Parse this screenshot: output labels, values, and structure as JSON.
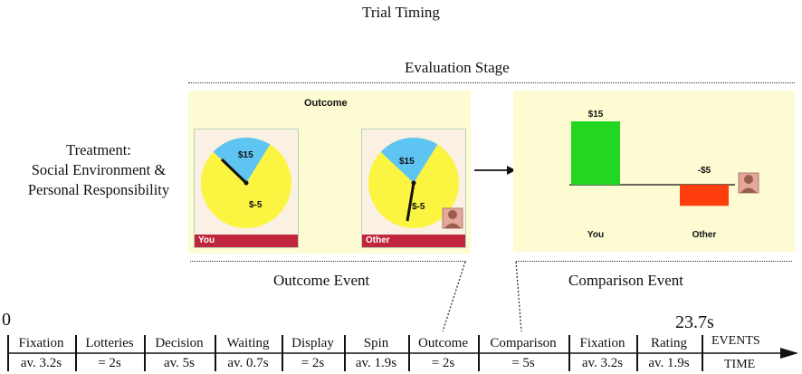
{
  "title": "Trial Timing",
  "evaluation_stage": "Evaluation Stage",
  "treatment": {
    "line1": "Treatment:",
    "line2": "Social Environment &",
    "line3": "Personal Responsibility"
  },
  "outcome_panel": {
    "title": "Outcome",
    "card_you": {
      "upper": "$15",
      "lower": "$-5",
      "label": "You"
    },
    "card_other": {
      "upper": "$15",
      "lower": "$-5",
      "label": "Other"
    }
  },
  "comparison_panel": {
    "chart_data": {
      "type": "bar",
      "categories": [
        "You",
        "Other"
      ],
      "values": [
        15,
        -5
      ],
      "data_labels": [
        "$15",
        "-$5"
      ],
      "colors": [
        "#22d622",
        "#ff3e10"
      ]
    }
  },
  "events": {
    "outcome": "Outcome Event",
    "comparison": "Comparison Event"
  },
  "timeline": {
    "start": "0",
    "end": "23.7s",
    "events_label": "EVENTS",
    "time_label": "TIME",
    "cells": [
      {
        "event": "Fixation",
        "time": "av. 3.2s"
      },
      {
        "event": "Lotteries",
        "time": "= 2s"
      },
      {
        "event": "Decision",
        "time": "av. 5s"
      },
      {
        "event": "Waiting",
        "time": "av. 0.7s"
      },
      {
        "event": "Display",
        "time": "= 2s"
      },
      {
        "event": "Spin",
        "time": "av. 1.9s"
      },
      {
        "event": "Outcome",
        "time": "= 2s"
      },
      {
        "event": "Comparison",
        "time": "= 5s"
      },
      {
        "event": "Fixation",
        "time": "av. 3.2s"
      },
      {
        "event": "Rating",
        "time": "av. 1.9s"
      }
    ]
  },
  "colors": {
    "panel_bg": "#fdfbd2",
    "wheel_blue": "#5ec4f2",
    "wheel_yellow": "#fbf441",
    "bar_red": "#c0263c"
  },
  "icons": [
    "avatar-icon",
    "arrow-right-icon",
    "needle-icon"
  ]
}
